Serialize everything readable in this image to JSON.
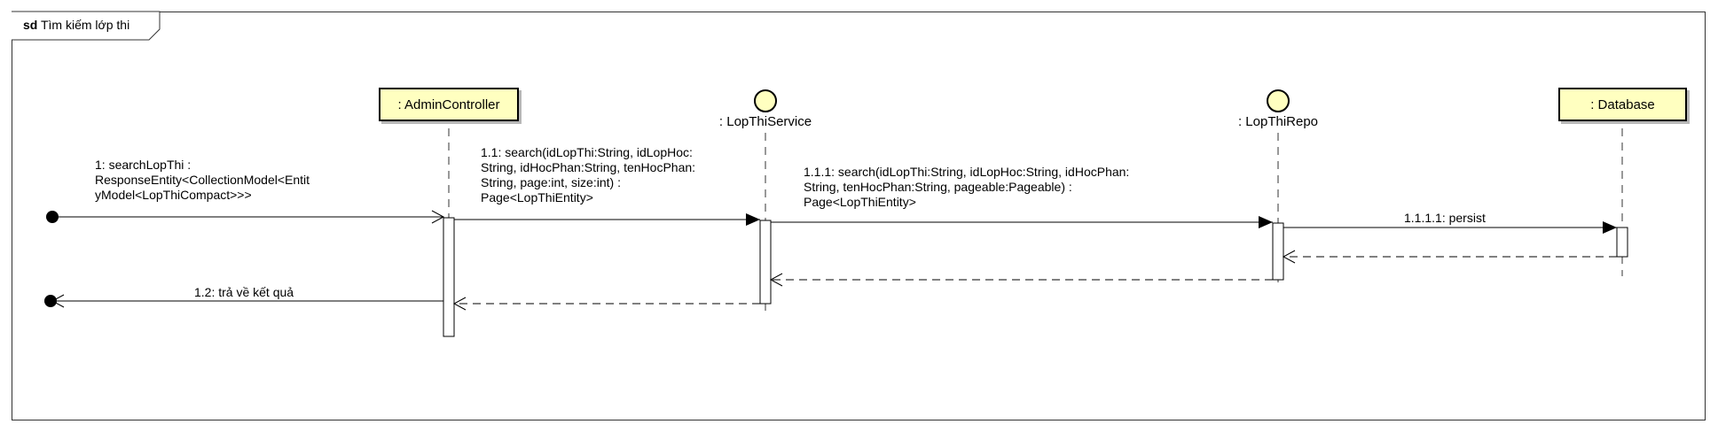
{
  "frame": {
    "keyword": "sd",
    "title": "Tìm kiếm lớp thi"
  },
  "participants": [
    {
      "id": "admin",
      "label": ": AdminController",
      "kind": "class"
    },
    {
      "id": "service",
      "label": ": LopThiService",
      "kind": "interface"
    },
    {
      "id": "repo",
      "label": ": LopThiRepo",
      "kind": "interface"
    },
    {
      "id": "db",
      "label": ": Database",
      "kind": "class"
    }
  ],
  "messages": [
    {
      "id": "m1",
      "lines": [
        "1: searchLopThi :",
        "ResponseEntity<CollectionModel<Entit",
        "yModel<LopThiCompact>>>"
      ]
    },
    {
      "id": "m11",
      "lines": [
        "1.1: search(idLopThi:String, idLopHoc:",
        "String, idHocPhan:String, tenHocPhan:",
        "String, page:int, size:int) :",
        "Page<LopThiEntity>"
      ]
    },
    {
      "id": "m111",
      "lines": [
        "1.1.1: search(idLopThi:String, idLopHoc:String, idHocPhan:",
        "String, tenHocPhan:String, pageable:Pageable) :",
        "Page<LopThiEntity>"
      ]
    },
    {
      "id": "m1111",
      "lines": [
        "1.1.1.1: persist"
      ]
    },
    {
      "id": "m12",
      "lines": [
        "1.2: trả về kết quả"
      ]
    }
  ]
}
